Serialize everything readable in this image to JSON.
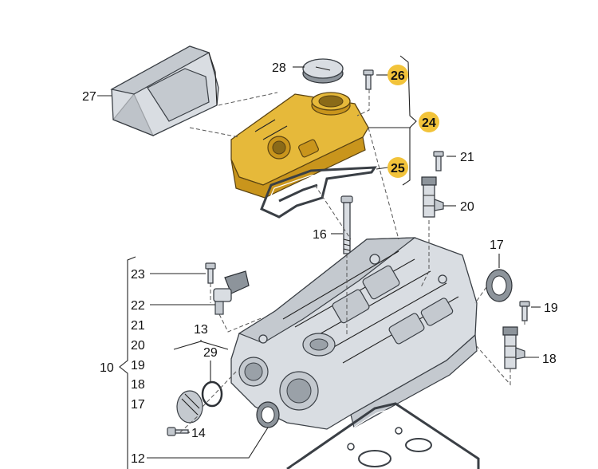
{
  "labels": {
    "l27": "27",
    "l28": "28",
    "l26": "26",
    "l24": "24",
    "l25": "25",
    "l21a": "21",
    "l20a": "20",
    "l16": "16",
    "l17a": "17",
    "l23": "23",
    "l22": "22",
    "l21b": "21",
    "l20b": "20",
    "l19b": "19",
    "l18b": "18",
    "l17b": "17",
    "l10": "10",
    "l13": "13",
    "l29": "29",
    "l19a": "19",
    "l18a": "18",
    "l14": "14",
    "l12": "12"
  },
  "colors": {
    "highlight": "#f2c33a",
    "cover_gold": "#e6b93a",
    "metal": "#d9dde2"
  }
}
